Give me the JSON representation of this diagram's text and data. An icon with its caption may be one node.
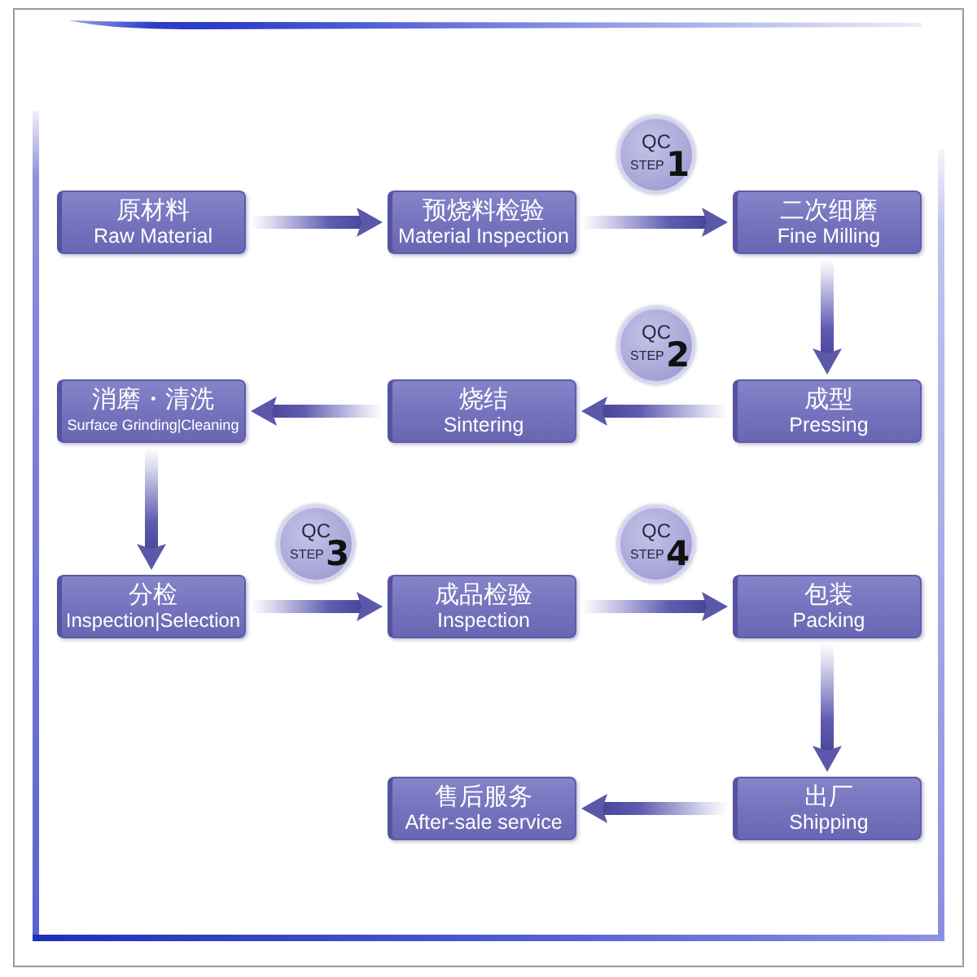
{
  "diagram": {
    "nodes": [
      {
        "text": [
          "QC",
          "STEP",
          "1"
        ]
      },
      {
        "text": [
          "原材料",
          "Raw Material"
        ]
      },
      {
        "text": [
          "预烧料检验",
          "Material Inspection"
        ]
      },
      {
        "text": [
          "二次细磨",
          "Fine Milling"
        ]
      },
      {
        "text": [
          "QC",
          "STEP",
          "2"
        ]
      },
      {
        "text": [
          "消磨・清洗",
          "Surface Grinding|Cleaning"
        ]
      },
      {
        "text": [
          "烧结",
          "Sintering"
        ]
      },
      {
        "text": [
          "成型",
          "Pressing"
        ]
      },
      {
        "text": [
          "QC",
          "STEP",
          "3"
        ]
      },
      {
        "text": [
          "QC",
          "STEP",
          "4"
        ]
      },
      {
        "text": [
          "分检",
          "Inspection|Selection"
        ]
      },
      {
        "text": [
          "成品检验",
          "Inspection"
        ]
      },
      {
        "text": [
          "包装",
          "Packing"
        ]
      },
      {
        "text": [
          "售后服务",
          "After-sale service"
        ]
      },
      {
        "text": [
          "出厂",
          "Shipping"
        ]
      }
    ],
    "edges": [
      {
        "from": 1,
        "to": 2,
        "arrow": "to"
      },
      {
        "from": 2,
        "to": 3,
        "arrow": "to"
      },
      {
        "from": 3,
        "to": 7,
        "arrow": "to"
      },
      {
        "from": 7,
        "to": 6,
        "arrow": "to"
      },
      {
        "from": 6,
        "to": 5,
        "arrow": "to"
      },
      {
        "from": 5,
        "to": 10,
        "arrow": "to"
      },
      {
        "from": 10,
        "to": 11,
        "arrow": "to"
      },
      {
        "from": 11,
        "to": 12,
        "arrow": "to"
      },
      {
        "from": 12,
        "to": 14,
        "arrow": "to"
      },
      {
        "from": 14,
        "to": 13,
        "arrow": "to"
      }
    ]
  }
}
